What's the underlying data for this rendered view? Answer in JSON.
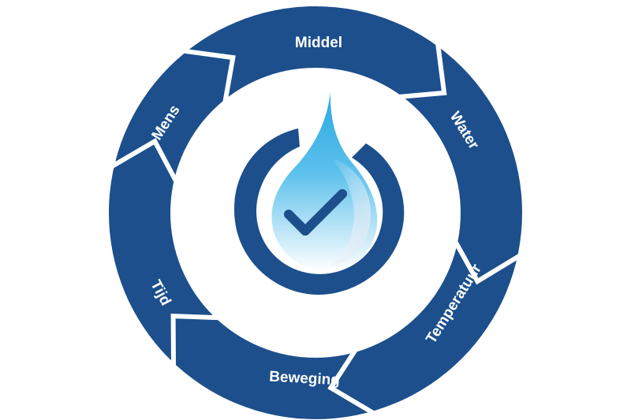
{
  "diagram": {
    "colors": {
      "ring": "#1c4f8c",
      "separator": "#ffffff",
      "center_ring": "#1c4f8c",
      "drop_top": "#29a8e0",
      "drop_bottom": "#ffffff",
      "checkmark": "#1c4f8c",
      "label": "#ffffff"
    },
    "center_icon": {
      "name": "water-drop-check-icon"
    },
    "segments": [
      {
        "id": "middel",
        "label": "Middel"
      },
      {
        "id": "water",
        "label": "Water"
      },
      {
        "id": "temperatuur",
        "label": "Temperatuur"
      },
      {
        "id": "beweging",
        "label": "Beweging"
      },
      {
        "id": "tijd",
        "label": "Tijd"
      },
      {
        "id": "mens",
        "label": "Mens"
      }
    ]
  }
}
